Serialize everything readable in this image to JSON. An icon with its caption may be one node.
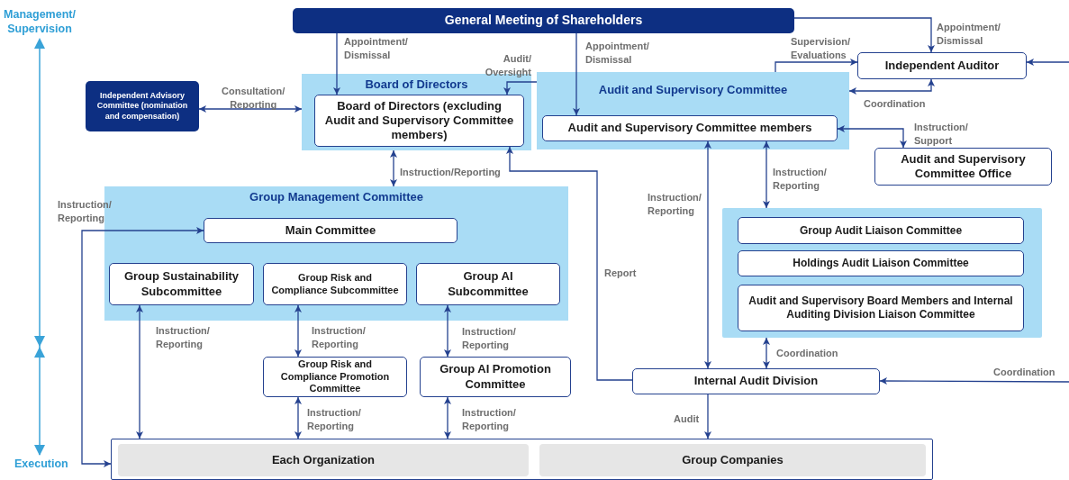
{
  "diagram": {
    "nodes": [
      {
        "text": [
          "General Meeting of Shareholders"
        ]
      },
      {
        "text": [
          "Board of Directors"
        ]
      },
      {
        "text": [
          "Board of Directors (excluding Audit and Supervisory Committee members)"
        ],
        "in": 1
      },
      {
        "text": [
          "Independent Advisory Committee (nomination and compensation)"
        ]
      },
      {
        "text": [
          "Audit and Supervisory Committee"
        ]
      },
      {
        "text": [
          "Audit and Supervisory Committee members"
        ],
        "in": 4
      },
      {
        "text": [
          "Independent Auditor"
        ]
      },
      {
        "text": [
          "Audit and Supervisory Committee Office"
        ]
      },
      {
        "text": [
          "Group Management Committee"
        ]
      },
      {
        "text": [
          "Main Committee"
        ],
        "in": 8
      },
      {
        "text": [
          "Group Sustainability Subcommittee"
        ],
        "in": 8
      },
      {
        "text": [
          "Group Risk and Compliance Subcommittee"
        ],
        "in": 8
      },
      {
        "text": [
          "Group AI Subcommittee"
        ],
        "in": 8
      },
      {
        "text": [
          "Group Risk and Compliance Promotion Committee"
        ]
      },
      {
        "text": [
          "Group AI Promotion Committee"
        ]
      },
      {
        "text": [],
        "shape": "box"
      },
      {
        "text": [
          "Group Audit Liaison Committee"
        ],
        "in": 15
      },
      {
        "text": [
          "Holdings Audit Liaison Committee"
        ],
        "in": 15
      },
      {
        "text": [
          "Audit and Supervisory Board Members and Internal Auditing Division Liaison Committee"
        ],
        "in": 15
      },
      {
        "text": [
          "Internal Audit Division"
        ]
      },
      {
        "text": [],
        "shape": "box"
      },
      {
        "text": [
          "Each Organization"
        ],
        "in": 20
      },
      {
        "text": [
          "Group Companies"
        ],
        "in": 20
      }
    ],
    "edges": [
      {
        "from": 0,
        "to": 2,
        "arrow": "to",
        "label": "Appointment/ Dismissal"
      },
      {
        "from": 0,
        "to": 5,
        "arrow": "to",
        "label": "Appointment/ Dismissal"
      },
      {
        "from": 0,
        "to": 6,
        "arrow": "to",
        "label": "Appointment/ Dismissal"
      },
      {
        "from": 4,
        "to": 2,
        "arrow": "to",
        "label": "Audit/ Oversight"
      },
      {
        "from": 3,
        "to": 1,
        "arrow": "both",
        "label": "Consultation/ Reporting"
      },
      {
        "from": 4,
        "to": 6,
        "arrow": "to",
        "label": "Supervision/ Evaluations"
      },
      {
        "from": 6,
        "to": 4,
        "arrow": "both",
        "label": "Coordination"
      },
      {
        "from": 5,
        "to": 7,
        "arrow": "both",
        "label": "Instruction/ Support"
      },
      {
        "from": null,
        "to": 6,
        "arrow": "to"
      },
      {
        "from": 1,
        "to": 8,
        "arrow": "both",
        "label": "Instruction/Reporting"
      },
      {
        "from": 5,
        "to": 15,
        "arrow": "both",
        "label": "Instruction/ Reporting"
      },
      {
        "from": 5,
        "to": 19,
        "arrow": "both",
        "label": "Instruction/ Reporting"
      },
      {
        "from": 19,
        "to": 2,
        "arrow": "to",
        "label": "Report"
      },
      {
        "from": 15,
        "to": 19,
        "arrow": "both",
        "label": "Coordination"
      },
      {
        "from": null,
        "to": 19,
        "arrow": "to",
        "label": "Coordination"
      },
      {
        "from": 19,
        "to": 20,
        "arrow": "to",
        "label": "Audit"
      },
      {
        "from": 9,
        "to": 20,
        "arrow": "both",
        "label": "Instruction/ Reporting"
      },
      {
        "from": 10,
        "to": 20,
        "arrow": "both",
        "label": "Instruction/ Reporting"
      },
      {
        "from": 11,
        "to": 13,
        "arrow": "both",
        "label": "Instruction/ Reporting"
      },
      {
        "from": 12,
        "to": 14,
        "arrow": "both",
        "label": "Instruction/ Reporting"
      },
      {
        "from": 13,
        "to": 20,
        "arrow": "both",
        "label": "Instruction/ Reporting"
      },
      {
        "from": 14,
        "to": 20,
        "arrow": "both",
        "label": "Instruction/ Reporting"
      }
    ],
    "labels": [
      "Management/ Supervision",
      "Execution"
    ]
  }
}
